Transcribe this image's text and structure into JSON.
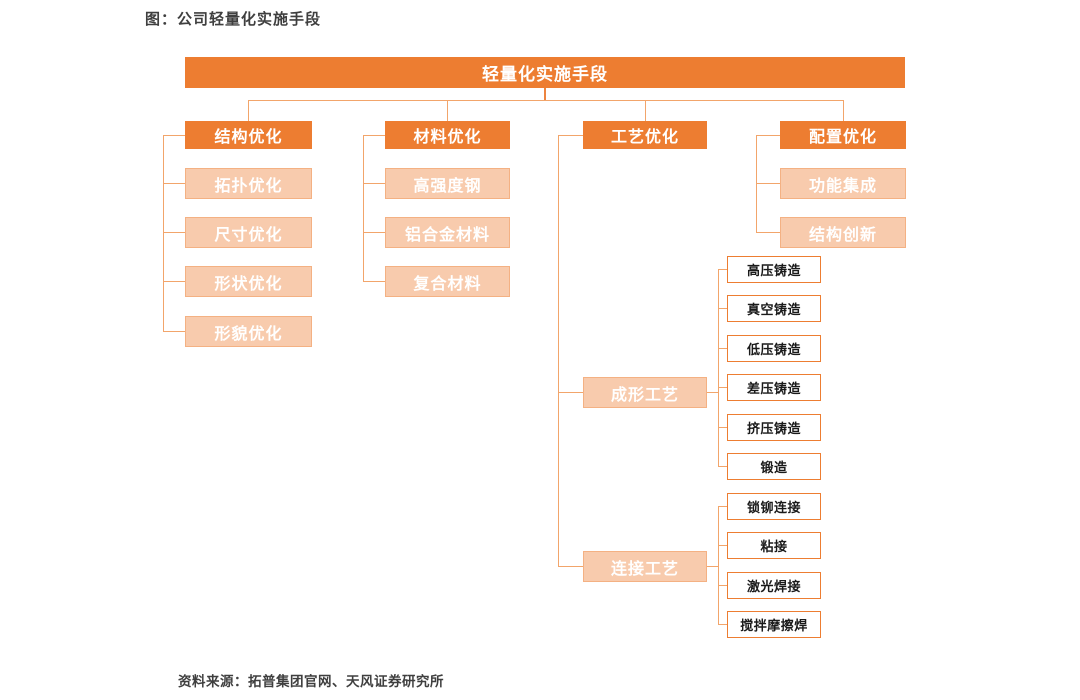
{
  "title": "图：公司轻量化实施手段",
  "source": "资料来源：拓普集团官网、天风证券研究所",
  "root_label": "轻量化实施手段",
  "branches": [
    {
      "label": "结构优化",
      "children": [
        "拓扑优化",
        "尺寸优化",
        "形状优化",
        "形貌优化"
      ]
    },
    {
      "label": "材料优化",
      "children": [
        "高强度钢",
        "铝合金材料",
        "复合材料"
      ]
    },
    {
      "label": "工艺优化",
      "subgroups": [
        {
          "label": "成形工艺",
          "children": [
            "高压铸造",
            "真空铸造",
            "低压铸造",
            "差压铸造",
            "挤压铸造",
            "锻造"
          ]
        },
        {
          "label": "连接工艺",
          "children": [
            "锁铆连接",
            "粘接",
            "激光焊接",
            "搅拌摩擦焊"
          ]
        }
      ]
    },
    {
      "label": "配置优化",
      "children": [
        "功能集成",
        "结构创新"
      ]
    }
  ],
  "colors": {
    "primary_orange": "#ED7D31",
    "peach_fill": "#F8CBAD",
    "peach_border": "#F4B183",
    "connector_line": "#F2A56B",
    "text_dark": "#3F3F3F"
  }
}
